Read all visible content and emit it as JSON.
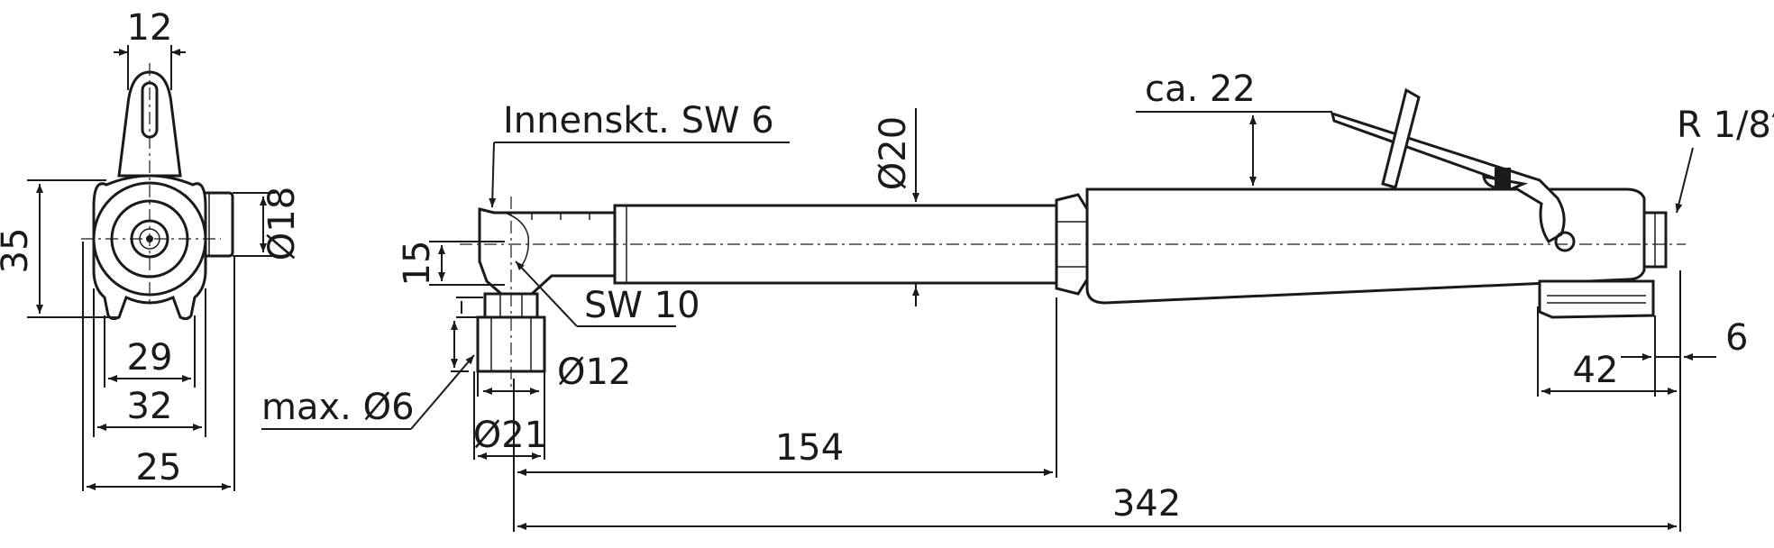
{
  "dimensions": {
    "d12_top": "12",
    "d35": "35",
    "d18": "Ø18",
    "d29": "29",
    "d32": "32",
    "d25": "25",
    "d15": "15",
    "innenskt": "Innenskt. SW 6",
    "sw10": "SW 10",
    "d12_side": "Ø12",
    "max6": "max. Ø6",
    "d21": "Ø21",
    "d20": "Ø20",
    "ca22": "ca. 22",
    "thread": "R 1/8″",
    "d42": "42",
    "d6": "6",
    "d154": "154",
    "d342": "342"
  }
}
